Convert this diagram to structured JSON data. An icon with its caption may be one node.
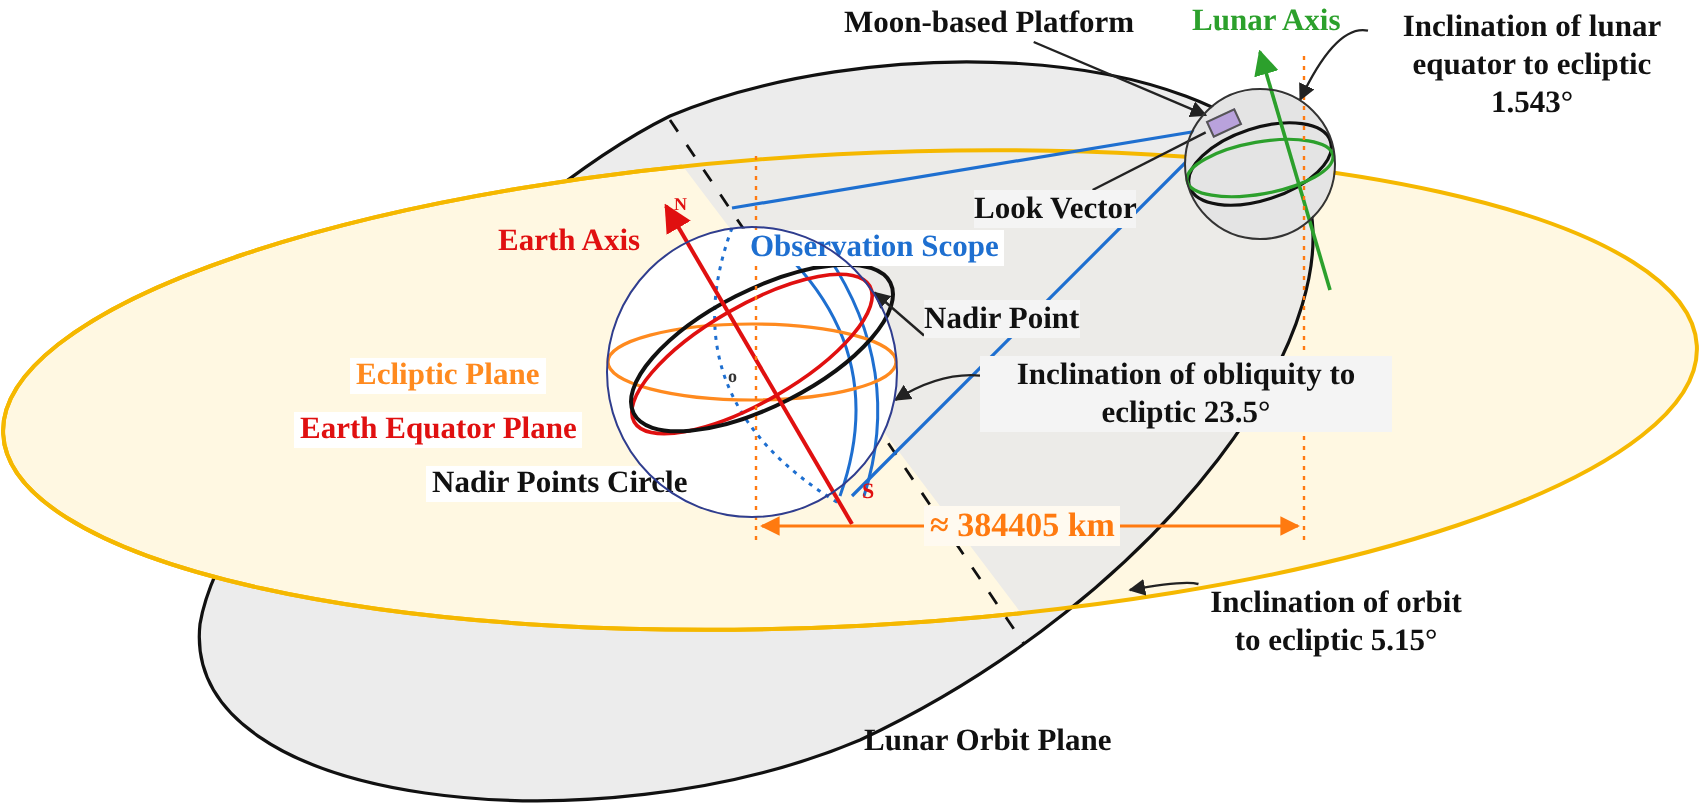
{
  "diagram": {
    "nodes": [
      {
        "text": [
          "Moon-based Platform"
        ]
      },
      {
        "text": [],
        "shape": "box",
        "in": 7
      },
      {
        "text": [
          "Inclination of lunar equator to ecliptic 1.543°"
        ]
      },
      {
        "text": [
          "Look Vector"
        ]
      },
      {
        "text": [
          "Nadir Point"
        ]
      },
      {
        "text": [
          "Inclination of obliquity to ecliptic 23.5°"
        ]
      },
      {
        "text": [
          "Inclination of orbit to ecliptic 5.15°"
        ]
      },
      {
        "text": [],
        "shape": "circle"
      },
      {
        "text": [],
        "shape": "circle"
      }
    ],
    "edges": [
      {
        "from": 0,
        "to": 1,
        "arrow": "to"
      },
      {
        "from": 2,
        "to": 7,
        "arrow": "to"
      },
      {
        "from": 3,
        "to": 1,
        "arrow": "none"
      },
      {
        "from": 4,
        "to": 8,
        "arrow": "to"
      },
      {
        "from": 5,
        "to": 8,
        "arrow": "to"
      },
      {
        "from": 6,
        "to": null,
        "arrow": "to"
      }
    ],
    "labels": [
      "Lunar Axis",
      "N",
      "Earth Axis",
      "Observation Scope",
      "Ecliptic Plane",
      "o",
      "Earth Equator Plane",
      "Nadir Points Circle",
      "S",
      "≈ 384405 km",
      "Lunar Orbit Plane"
    ]
  }
}
